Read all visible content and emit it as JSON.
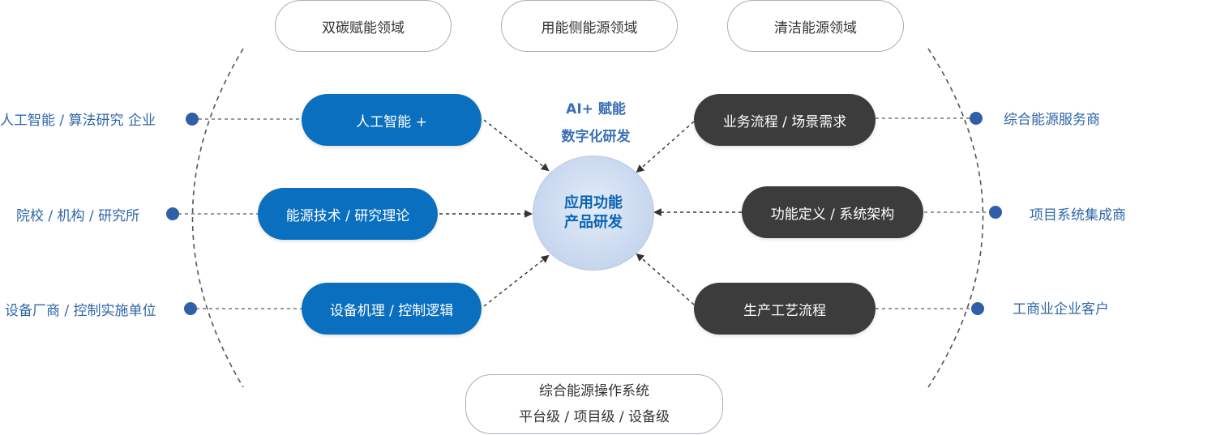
{
  "top_domains": [
    "双碳赋能领域",
    "用能侧能源领域",
    "清洁能源领域"
  ],
  "center": {
    "line1": "应用功能",
    "line2": "产品研发"
  },
  "ai_caption": {
    "line1": "AI+ 赋能",
    "line2": "数字化研发"
  },
  "left_pills": [
    "人工智能 +",
    "能源技术 / 研究理论",
    "设备机理 / 控制逻辑"
  ],
  "right_pills": [
    "业务流程 / 场景需求",
    "功能定义 / 系统架构",
    "生产工艺流程"
  ],
  "left_partners": [
    "人工智能 / 算法研究 企业",
    "院校 / 机构 / 研究所",
    "设备厂商 / 控制实施单位"
  ],
  "right_partners": [
    "综合能源服务商",
    "项目系统集成商",
    "工商业企业客户"
  ],
  "bottom_system": {
    "line1": "综合能源操作系统",
    "line2": "平台级 / 项目级 / 设备级"
  },
  "colors": {
    "blue_pill": "#0a6fbf",
    "dark_pill": "#3c3c3c",
    "partner_text": "#2f66a8",
    "dot": "#2f5fa7"
  }
}
